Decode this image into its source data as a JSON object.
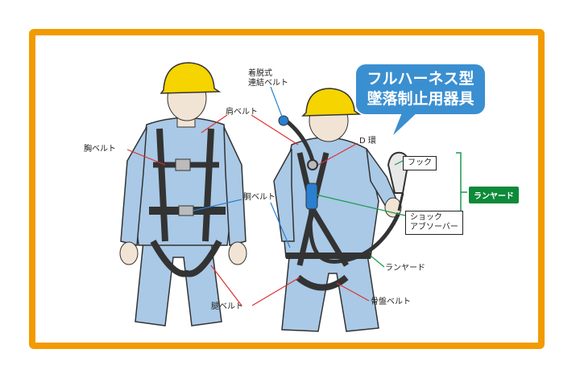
{
  "title": {
    "line1": "フルハーネス型",
    "line2": "墜落制止用器具"
  },
  "labels": {
    "chest_belt": "胸ベルト",
    "shoulder_belt": "肩ベルト",
    "detachable_belt": "着脱式\n連結ベルト",
    "d_ring": "D 環",
    "torso_belt": "胴ベルト",
    "hook": "フック",
    "shock_absorber": "ショック\nアブソーバー",
    "lanyard": "ランヤード",
    "lanyard_group": "ランヤード",
    "thigh_belt": "腿ベルト",
    "pelvic_belt": "骨盤ベルト"
  },
  "colors": {
    "frame": "#f39a00",
    "bubble": "#3a8fd1",
    "lanyard_tag": "#0d8a3a",
    "leader_red": "#e03030",
    "leader_blue": "#2a7fd0",
    "leader_green": "#1a9a4a",
    "workwear": "#a9c9e6",
    "helmet": "#f5d400"
  },
  "icons": [
    "worker-front-figure",
    "worker-back-figure",
    "hook-icon"
  ]
}
